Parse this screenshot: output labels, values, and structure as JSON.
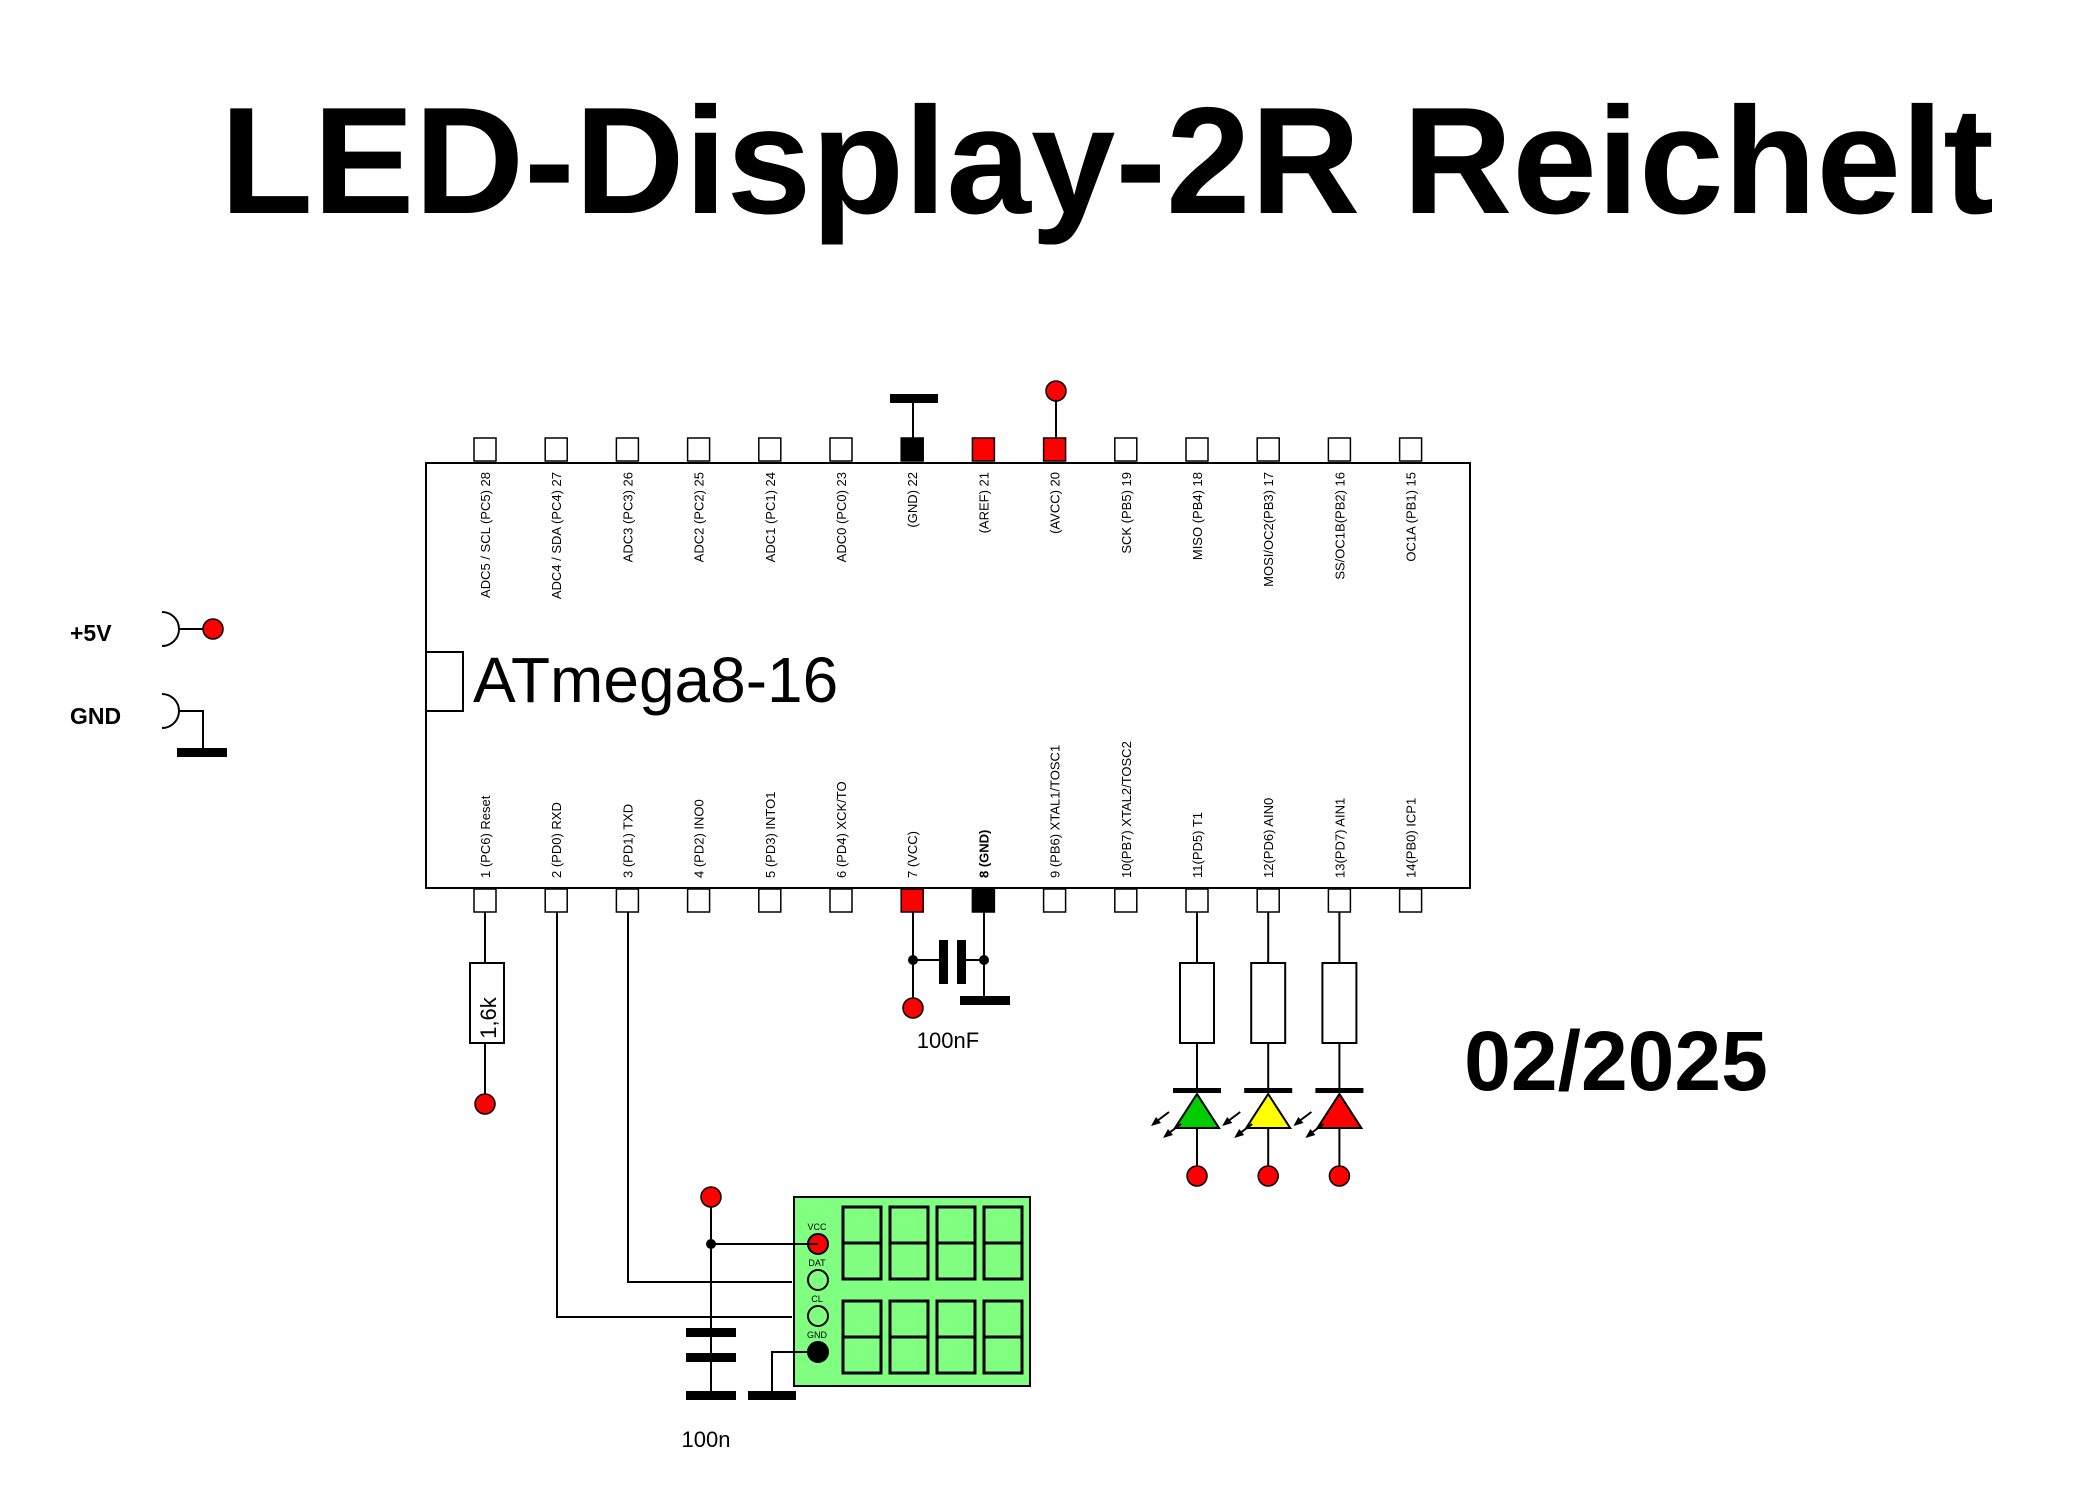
{
  "title": "LED-Display-2R Reichelt",
  "date": "02/2025",
  "chip": {
    "name": "ATmega8-16",
    "top_pins": [
      {
        "label": "ADC5 / SCL (PC5) 28",
        "color": "#ffffff"
      },
      {
        "label": "ADC4 / SDA (PC4) 27",
        "color": "#ffffff"
      },
      {
        "label": "ADC3 (PC3) 26",
        "color": "#ffffff"
      },
      {
        "label": "ADC2 (PC2) 25",
        "color": "#ffffff"
      },
      {
        "label": "ADC1 (PC1) 24",
        "color": "#ffffff"
      },
      {
        "label": "ADC0 (PC0) 23",
        "color": "#ffffff"
      },
      {
        "label": "(GND) 22",
        "color": "#000000"
      },
      {
        "label": "(AREF) 21",
        "color": "#ff0000"
      },
      {
        "label": "(AVCC) 20",
        "color": "#ff0000"
      },
      {
        "label": "SCK (PB5) 19",
        "color": "#ffffff"
      },
      {
        "label": "MISO (PB4) 18",
        "color": "#ffffff"
      },
      {
        "label": "MOSI/OC2(PB3) 17",
        "color": "#ffffff"
      },
      {
        "label": "SS/OC1B(PB2) 16",
        "color": "#ffffff"
      },
      {
        "label": "OC1A (PB1) 15",
        "color": "#ffffff"
      }
    ],
    "bottom_pins": [
      {
        "label": "1 (PC6) Reset",
        "color": "#ffffff"
      },
      {
        "label": "2 (PD0) RXD",
        "color": "#ffffff"
      },
      {
        "label": "3 (PD1) TXD",
        "color": "#ffffff"
      },
      {
        "label": "4 (PD2) INO0",
        "color": "#ffffff"
      },
      {
        "label": "5 (PD3) INTO1",
        "color": "#ffffff"
      },
      {
        "label": "6 (PD4) XCK/TO",
        "color": "#ffffff"
      },
      {
        "label": "7 (VCC)",
        "color": "#ff0000"
      },
      {
        "label": "8 (GND)",
        "color": "#000000",
        "bold": true
      },
      {
        "label": "9 (PB6) XTAL1/TOSC1",
        "color": "#ffffff"
      },
      {
        "label": "10(PB7) XTAL2/TOSC2",
        "color": "#ffffff"
      },
      {
        "label": "11(PD5) T1",
        "color": "#ffffff"
      },
      {
        "label": "12(PD6) AIN0",
        "color": "#ffffff"
      },
      {
        "label": "13(PD7) AIN1",
        "color": "#ffffff"
      },
      {
        "label": "14(PB0) ICP1",
        "color": "#ffffff"
      }
    ]
  },
  "legend": {
    "plus5v": "+5V",
    "gnd": "GND"
  },
  "reset_resistor": "1,6k",
  "vcc_capacitor": "100nF",
  "display_capacitor": "100n",
  "display": {
    "pins": [
      "VCC",
      "DAT",
      "CL",
      "GND"
    ],
    "color": "#80ff80"
  },
  "leds": [
    {
      "name": "green",
      "color": "#00cc00"
    },
    {
      "name": "yellow",
      "color": "#ffff00"
    },
    {
      "name": "red",
      "color": "#ff0000"
    }
  ],
  "colors": {
    "supply": "#ff0000",
    "ground": "#000000",
    "display_bg": "#80ff80"
  }
}
